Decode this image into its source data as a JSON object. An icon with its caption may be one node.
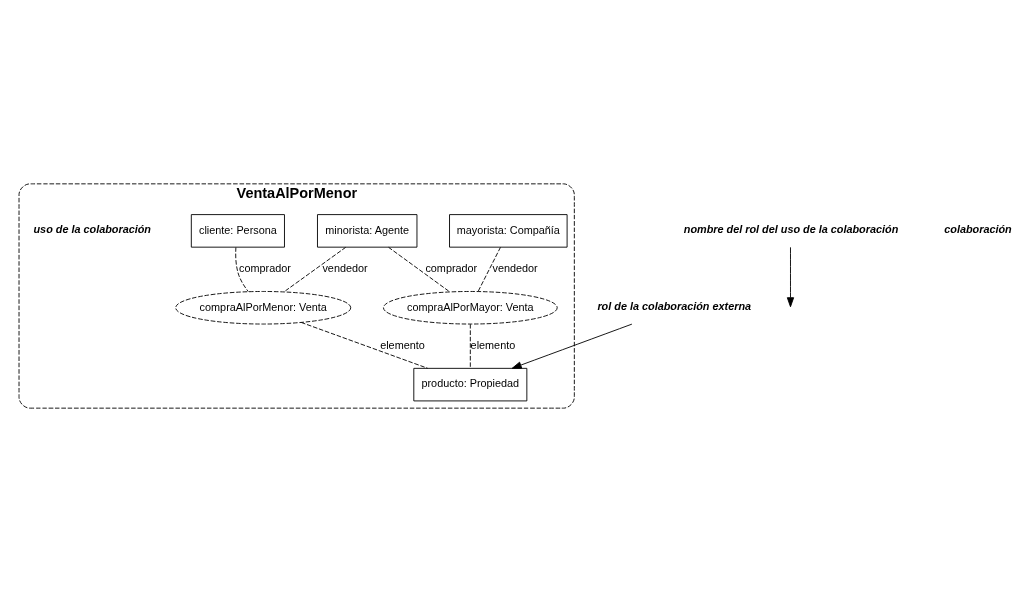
{
  "diagram": {
    "nodes": [
      {
        "text": [
          "VentaAlPorMenor"
        ]
      },
      {
        "text": [
          "mayorista: Compañía"
        ],
        "in": 0
      },
      {
        "text": [
          "minorista: Agente"
        ],
        "in": 0
      },
      {
        "text": [
          "cliente: Persona"
        ],
        "in": 0
      },
      {
        "text": [
          "compraAlPorMayor: Venta"
        ],
        "in": 0
      },
      {
        "text": [
          "compraAlPorMenor: Venta"
        ],
        "in": 0
      },
      {
        "text": [
          "producto: Propiedad"
        ],
        "in": 0
      },
      {
        "text": [
          "nombre del rol del uso de la colaboración"
        ]
      },
      {
        "text": [
          "rol de la colaboración externa"
        ]
      }
    ],
    "edges": [
      {
        "from": 1,
        "to": 4,
        "arrow": "none",
        "label": "vendedor",
        "style": "dashed"
      },
      {
        "from": 2,
        "to": 4,
        "arrow": "none",
        "label": "comprador",
        "style": "dashed"
      },
      {
        "from": 2,
        "to": 5,
        "arrow": "none",
        "label": "vendedor",
        "style": "dashed"
      },
      {
        "from": 3,
        "to": 5,
        "arrow": "none",
        "label": "comprador",
        "style": "dashed"
      },
      {
        "from": 4,
        "to": 6,
        "arrow": "none",
        "label": "elemento",
        "style": "dashed"
      },
      {
        "from": 5,
        "to": 6,
        "arrow": "none",
        "label": "elemento",
        "style": "dashed"
      },
      {
        "from": 7,
        "to": null,
        "arrow": "to"
      },
      {
        "from": 8,
        "to": 6,
        "arrow": "to"
      }
    ],
    "labels": [
      "colaboración",
      "uso de la colaboración"
    ]
  }
}
